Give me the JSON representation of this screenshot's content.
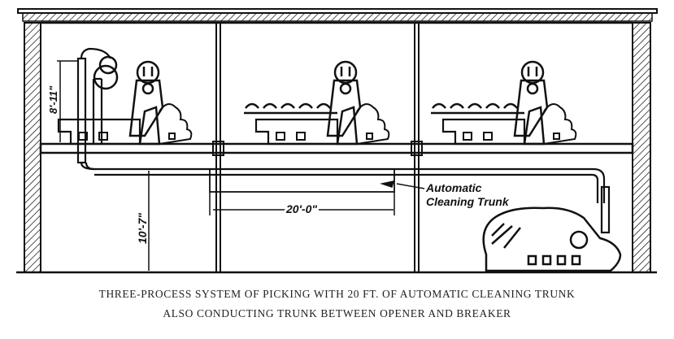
{
  "diagram": {
    "dimensions": {
      "upper_floor_height": "8'-11\"",
      "lower_floor_height": "10'-7\"",
      "trunk_length": "20'-0\""
    },
    "callout": {
      "line1": "Automatic",
      "line2": "Cleaning Trunk"
    }
  },
  "caption": {
    "line1": "THREE-PROCESS SYSTEM OF PICKING WITH 20 FT. OF AUTOMATIC CLEANING TRUNK",
    "line2": "ALSO CONDUCTING TRUNK BETWEEN OPENER AND BREAKER"
  }
}
